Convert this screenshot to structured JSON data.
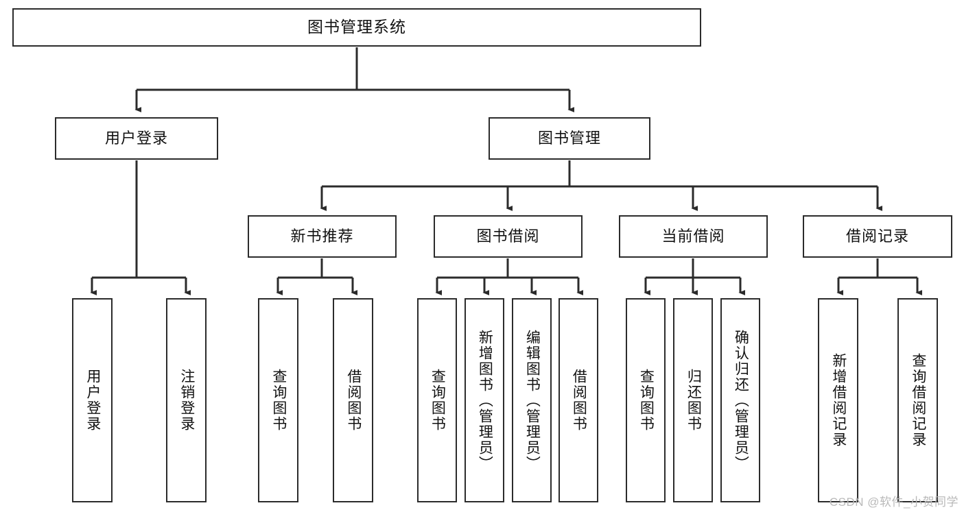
{
  "diagram": {
    "title": "图书管理系统",
    "type": "tree-hierarchy-chart",
    "watermark": "CSDN @软件_小贺同学",
    "line_color": "#2b2b2b",
    "box_fill": "#ffffff",
    "text_color": "#111111"
  },
  "root": {
    "label": "图书管理系统"
  },
  "level2": [
    {
      "label": "用户登录"
    },
    {
      "label": "图书管理"
    }
  ],
  "level3": [
    {
      "label": "新书推荐"
    },
    {
      "label": "图书借阅"
    },
    {
      "label": "当前借阅"
    },
    {
      "label": "借阅记录"
    }
  ],
  "leaves": {
    "user_login": [
      {
        "label": "用户登录"
      },
      {
        "label": "注销登录"
      }
    ],
    "new_book_recommend": [
      {
        "label": "查询图书"
      },
      {
        "label": "借阅图书"
      }
    ],
    "book_borrow": [
      {
        "label": "查询图书"
      },
      {
        "label": "新增图书（管理员）"
      },
      {
        "label": "编辑图书（管理员）"
      },
      {
        "label": "借阅图书"
      }
    ],
    "current_borrow": [
      {
        "label": "查询图书"
      },
      {
        "label": "归还图书"
      },
      {
        "label": "确认归还（管理员）"
      }
    ],
    "borrow_record": [
      {
        "label": "新增借阅记录"
      },
      {
        "label": "查询借阅记录"
      }
    ]
  }
}
